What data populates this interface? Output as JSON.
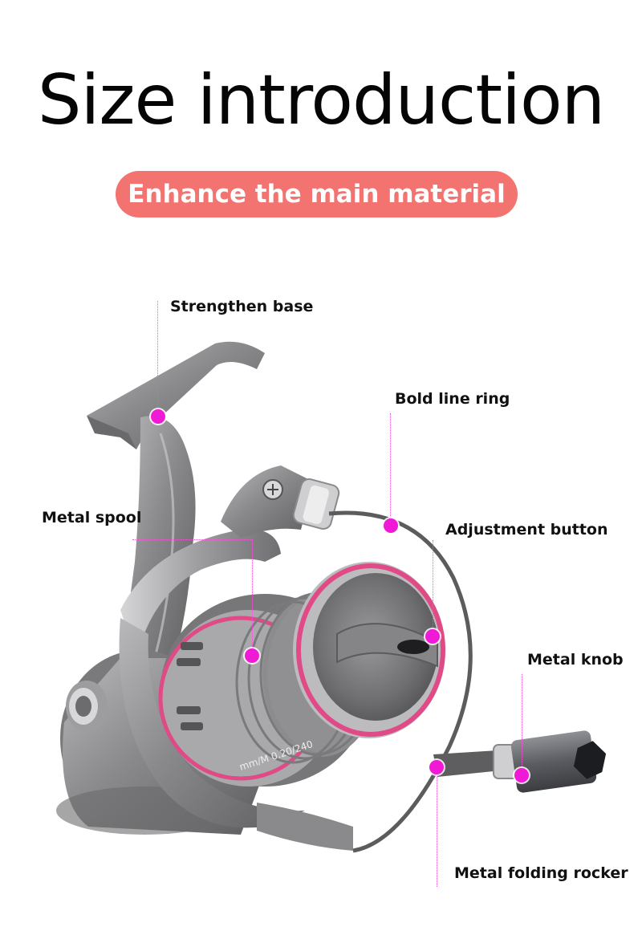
{
  "header": {
    "title": "Size introduction",
    "subtitle": "Enhance the main material"
  },
  "callouts": [
    {
      "id": "strengthen-base",
      "label": "Strengthen base"
    },
    {
      "id": "bold-line-ring",
      "label": "Bold line ring"
    },
    {
      "id": "metal-spool",
      "label": "Metal spool"
    },
    {
      "id": "adjustment-button",
      "label": "Adjustment button"
    },
    {
      "id": "metal-knob",
      "label": "Metal knob"
    },
    {
      "id": "metal-folding-rocker",
      "label": "Metal folding rocker"
    }
  ],
  "colors": {
    "accent_pill": "#f2736f",
    "marker": "#f01ad6",
    "reel_body": "#8c8c8e",
    "spool_trim": "#e04a86"
  }
}
